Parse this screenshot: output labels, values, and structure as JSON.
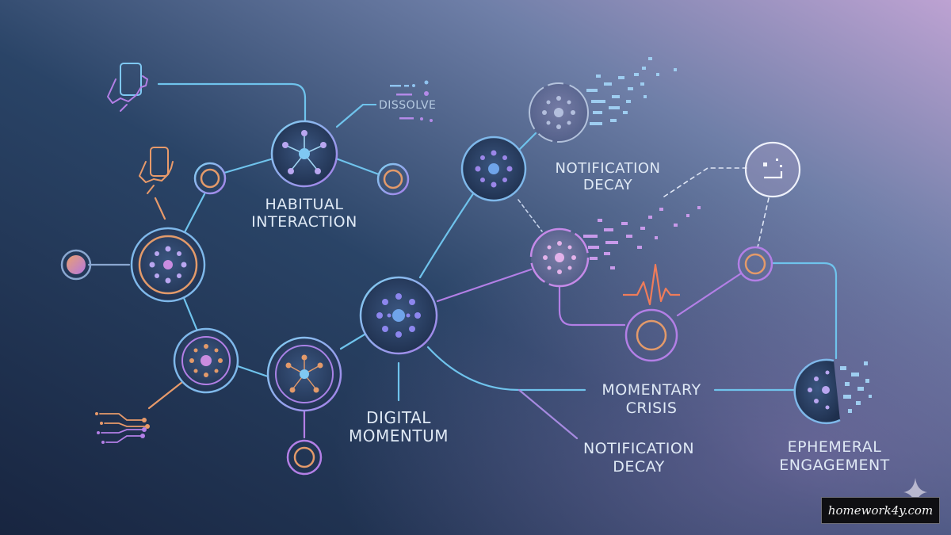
{
  "labels": {
    "habitual_interaction": [
      "HABITUAL",
      "INTERACTION"
    ],
    "dissolve": "DISSOLVE",
    "notification_decay_top": [
      "NOTIFICATION",
      "DECAY"
    ],
    "digital_momentum": [
      "DIGITAL",
      "MOMENTUM"
    ],
    "momentary_crisis": [
      "MOMENTARY",
      "CRISIS"
    ],
    "notification_decay_bottom": [
      "NOTIFICATION",
      "DECAY"
    ],
    "ephemeral_engagement": [
      "EPHEMERAL",
      "ENGAGEMENT"
    ]
  },
  "icons": [
    "hand-phone-icon",
    "hand-phone-small-icon",
    "circuit-icon",
    "pulse-icon",
    "face-icon",
    "sparkle-icon"
  ],
  "colors": {
    "background_start": "#1b2a45",
    "background_end": "#b9a0d0",
    "line_blue": "#6fc3ec",
    "line_purple": "#b37fe6",
    "accent_orange": "#e89a6a"
  },
  "watermark": "homework4y.com"
}
